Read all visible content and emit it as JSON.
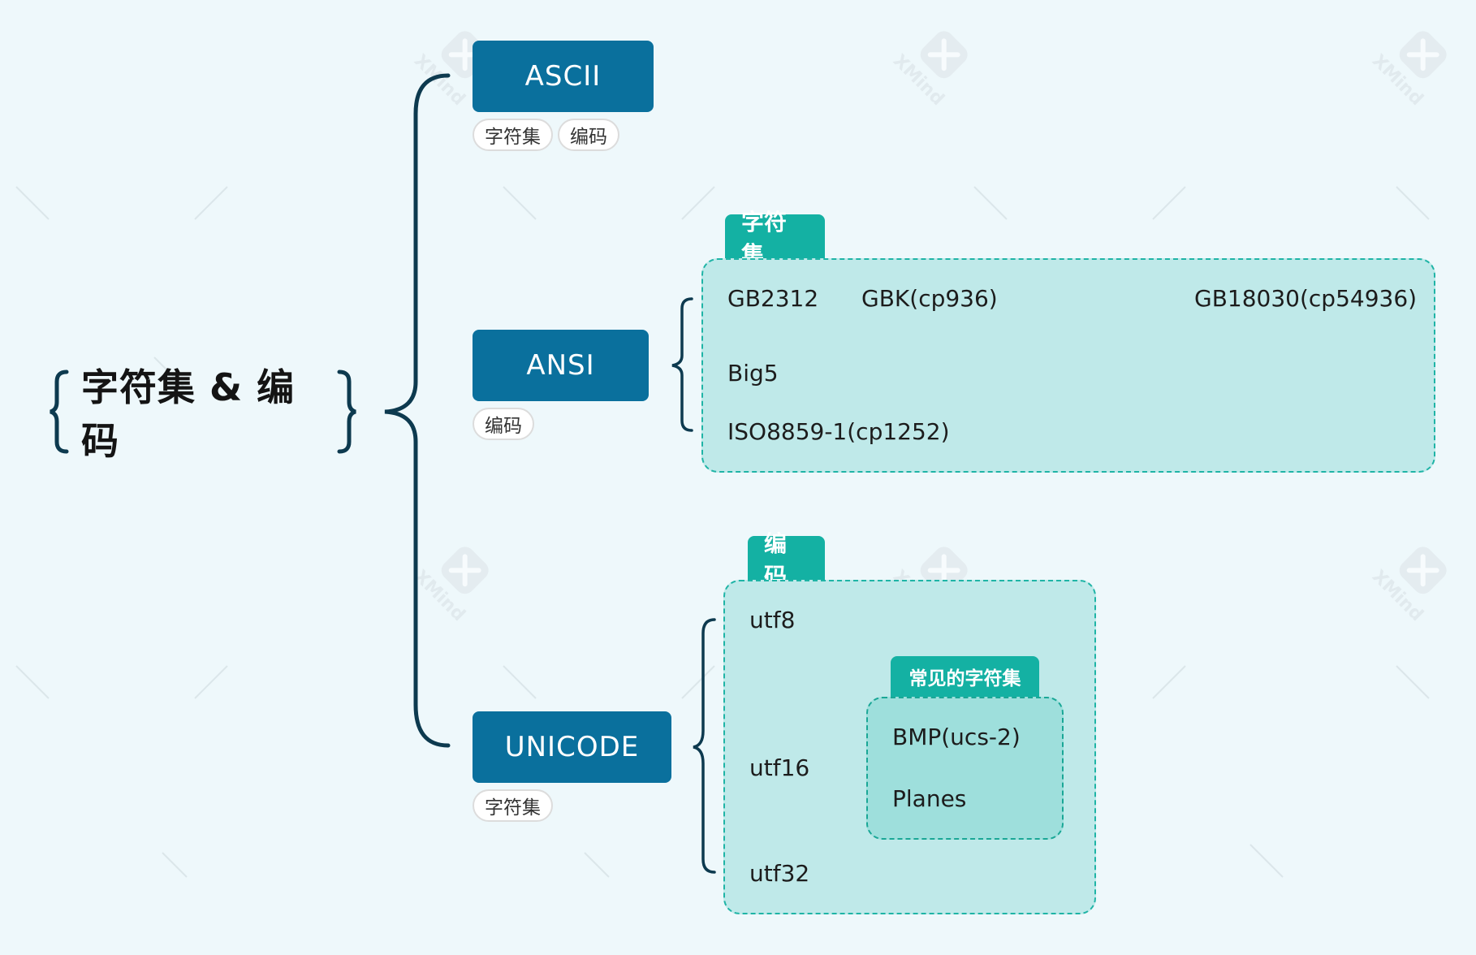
{
  "root": {
    "title": "字符集 & 编码"
  },
  "nodes": {
    "ascii": {
      "label": "ASCII",
      "tags": [
        "字符集",
        "编码"
      ]
    },
    "ansi": {
      "label": "ANSI",
      "tags": [
        "编码"
      ]
    },
    "unicode": {
      "label": "UNICODE",
      "tags": [
        "字符集"
      ]
    }
  },
  "ansi_group": {
    "title": "字符集",
    "chain": [
      "GB2312",
      "GBK(cp936)",
      "GB18030(cp54936)"
    ],
    "items": [
      "Big5",
      "ISO8859-1(cp1252)"
    ]
  },
  "unicode_group": {
    "title": "编码",
    "items": [
      "utf8",
      "utf16",
      "utf32"
    ],
    "utf16_group": {
      "title": "常见的字符集",
      "items": [
        "BMP(ucs-2)",
        "Planes"
      ]
    }
  },
  "watermark": {
    "text": "XMind",
    "icon": "xmind-logo-icon"
  },
  "colors": {
    "background": "#eef8fb",
    "main_node": "#0a709d",
    "boundary_fill": "#bfe9e9",
    "boundary_border": "#1fb4a6",
    "boundary_title": "#14b1a3",
    "inner_boundary_fill": "#9edfdc",
    "connector": "#0d3a4f"
  }
}
